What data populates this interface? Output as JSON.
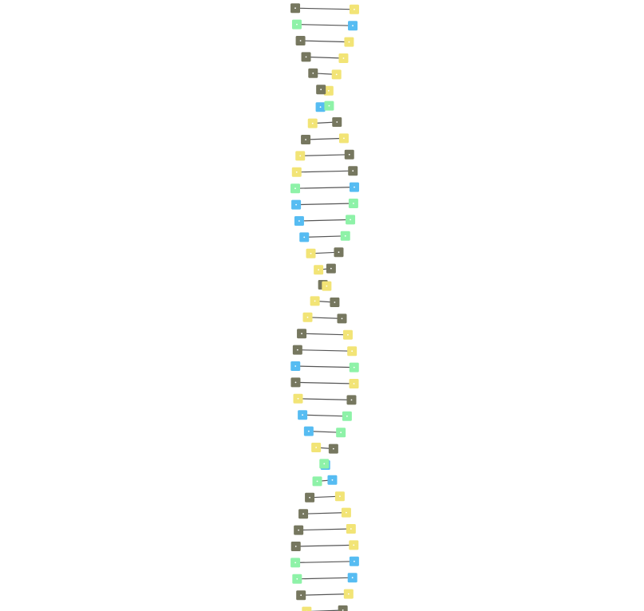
{
  "colors": {
    "dark": "#76775f",
    "yellow": "#f2e476",
    "blue": "#56bcf2",
    "green": "#8ef2a8",
    "link": "#555555"
  },
  "base_pairs": [
    [
      "dark",
      "yellow"
    ],
    [
      "green",
      "blue"
    ],
    [
      "dark",
      "yellow"
    ],
    [
      "dark",
      "yellow"
    ],
    [
      "dark",
      "yellow"
    ],
    [
      "dark",
      "yellow"
    ],
    [
      "green",
      "blue"
    ],
    [
      "dark",
      "yellow"
    ],
    [
      "yellow",
      "dark"
    ],
    [
      "dark",
      "yellow"
    ],
    [
      "dark",
      "yellow"
    ],
    [
      "blue",
      "green"
    ],
    [
      "green",
      "blue"
    ],
    [
      "green",
      "blue"
    ],
    [
      "green",
      "blue"
    ],
    [
      "dark",
      "yellow"
    ],
    [
      "dark",
      "yellow"
    ],
    [
      "dark",
      "yellow"
    ],
    [
      "yellow",
      "dark"
    ],
    [
      "yellow",
      "dark"
    ],
    [
      "dark",
      "yellow"
    ],
    [
      "dark",
      "yellow"
    ],
    [
      "blue",
      "green"
    ],
    [
      "dark",
      "yellow"
    ],
    [
      "yellow",
      "dark"
    ],
    [
      "blue",
      "green"
    ],
    [
      "blue",
      "green"
    ],
    [
      "yellow",
      "dark"
    ],
    [
      "green",
      "blue"
    ],
    [
      "blue",
      "green"
    ],
    [
      "yellow",
      "dark"
    ],
    [
      "yellow",
      "dark"
    ],
    [
      "yellow",
      "dark"
    ],
    [
      "yellow",
      "dark"
    ],
    [
      "blue",
      "green"
    ],
    [
      "blue",
      "green"
    ],
    [
      "yellow",
      "dark"
    ],
    [
      "dark",
      "yellow"
    ]
  ]
}
